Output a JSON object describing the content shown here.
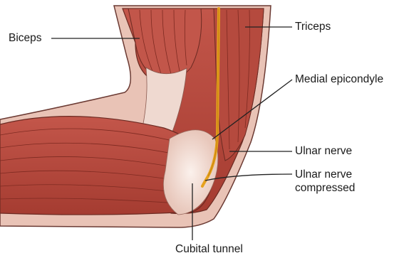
{
  "labels": {
    "biceps": "Biceps",
    "triceps": "Triceps",
    "medial_epicondyle": "Medial epicondyle",
    "ulnar_nerve": "Ulnar nerve",
    "ulnar_nerve_compressed_line1": "Ulnar nerve",
    "ulnar_nerve_compressed_line2": "compressed",
    "cubital_tunnel": "Cubital tunnel"
  },
  "colors": {
    "muscle": "#b8493d",
    "muscle_dark": "#8e2f26",
    "tendon": "#ead4cc",
    "skin": "#e8bfb1",
    "nerve": "#e6a21f",
    "leader": "#222222"
  }
}
